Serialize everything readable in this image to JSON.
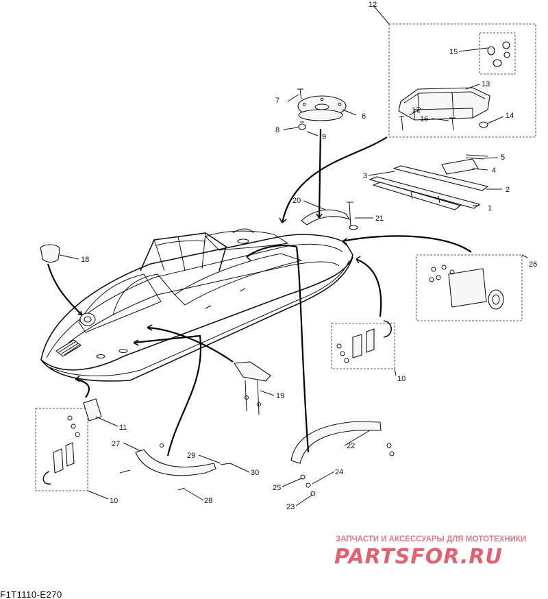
{
  "callouts": {
    "c1": "1",
    "c2": "2",
    "c3": "3",
    "c4": "4",
    "c5": "5",
    "c6": "6",
    "c7": "7",
    "c8": "8",
    "c9": "9",
    "c10a": "10",
    "c10b": "10",
    "c11": "11",
    "c12": "12",
    "c13": "13",
    "c14": "14",
    "c15": "15",
    "c16": "16",
    "c17": "17",
    "c18": "18",
    "c19": "19",
    "c20": "20",
    "c21": "21",
    "c22": "22",
    "c23": "23",
    "c24": "24",
    "c25": "25",
    "c26": "26",
    "c27": "27",
    "c28": "28",
    "c29": "29",
    "c30": "30"
  },
  "watermark": {
    "tagline": "ЗАПЧАСТИ И АКСЕССУАРЫ ДЛЯ МОТОТЕХНИКИ",
    "brand": "PARTSFOR.RU"
  },
  "reference_code": "F1T1110-E270",
  "colors": {
    "line": "#111111",
    "watermark": "#e0616f"
  }
}
